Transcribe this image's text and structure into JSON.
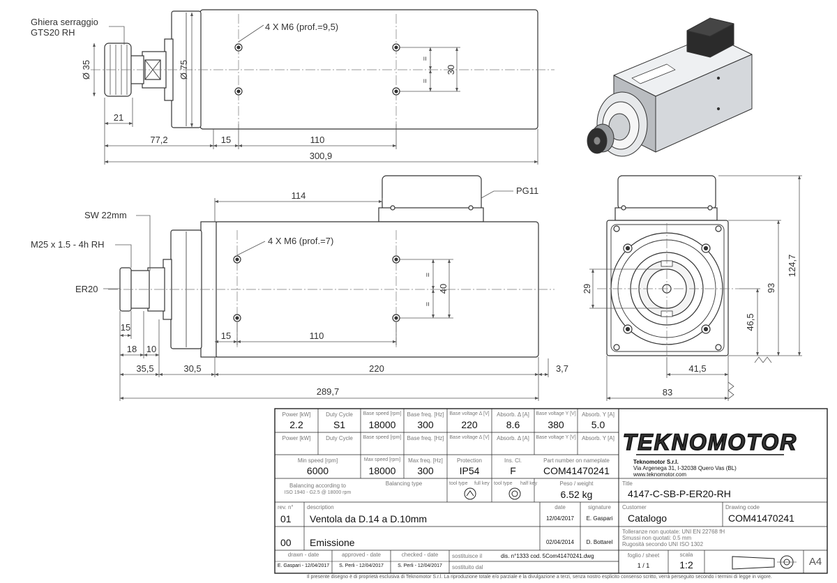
{
  "drawing": {
    "top_view": {
      "clamping_ring": "Ghiera serraggio",
      "clamping_ring_type": "GTS20 RH",
      "holes": "4 X M6 (prof.=9,5)",
      "diameter_35": "Ø 35",
      "diameter_75": "Ø 75",
      "dim_30": "30",
      "dim_21": "21",
      "dim_77_2": "77,2",
      "dim_15": "15",
      "dim_110": "110",
      "dim_300_9": "300,9",
      "equal_sign": "="
    },
    "side_view": {
      "dim_114": "114",
      "pg11": "PG11",
      "sw": "SW 22mm",
      "thread": "M25 x 1.5 - 4h RH",
      "collet": "ER20",
      "holes": "4 X M6 (prof.=7)",
      "dim_40": "40",
      "dim_15a": "15",
      "dim_15b": "15",
      "dim_110": "110",
      "dim_18": "18",
      "dim_10": "10",
      "dim_35_5": "35,5",
      "dim_30_5": "30,5",
      "dim_220": "220",
      "dim_3_7": "3,7",
      "dim_289_7": "289,7",
      "equal_sign": "="
    },
    "end_view": {
      "dim_29": "29",
      "dim_93": "93",
      "dim_124_7": "124,7",
      "dim_46_5": "46,5",
      "dim_41_5": "41,5",
      "dim_83": "83"
    }
  },
  "title_block": {
    "h_power": "Power [kW]",
    "h_duty": "Duty Cycle",
    "h_speed": "Base speed [rpm]",
    "h_freq": "Base freq. [Hz]",
    "h_volt_d": "Base voltage Δ [V]",
    "h_abs_d": "Absorb. Δ [A]",
    "h_volt_y": "Base voltage Y [V]",
    "h_abs_y": "Absorb. Y [A]",
    "v_power": "2.2",
    "v_duty": "S1",
    "v_speed": "18000",
    "v_freq": "300",
    "v_volt_d": "220",
    "v_abs_d": "8.6",
    "v_volt_y": "380",
    "v_abs_y": "5.0",
    "h_min_speed": "Min speed [rpm]",
    "h_max_speed": "Max speed [rpm]",
    "h_max_freq": "Max freq. [Hz]",
    "h_protection": "Protection",
    "h_ins": "Ins. Cl.",
    "h_part": "Part number on nameplate",
    "v_min_speed": "6000",
    "v_max_speed": "18000",
    "v_max_freq": "300",
    "v_protection": "IP54",
    "v_ins": "F",
    "v_part": "COM41470241",
    "balancing_1": "Balancing according to",
    "balancing_2": "ISO 1940 - G2.5 @ 18000 rpm",
    "balancing_type": "Balancing type",
    "tool_type": "tool type",
    "full_key": "full key",
    "half_key": "half key",
    "weight_label": "Peso / weight",
    "weight_value": "6.52 kg",
    "logo": "TEKNOMOTOR",
    "company": "Teknomotor S.r.l.",
    "address": "Via Argenega 31, I-32038 Quero Vas (BL)",
    "website": "www.teknomotor.com",
    "title_label": "Title",
    "title_value": "4147-C-SB-P-ER20-RH",
    "h_rev": "rev. n°",
    "h_desc": "description",
    "h_date": "date",
    "h_sign": "signature",
    "rev1_no": "01",
    "rev1_desc": "Ventola da D.14 a D.10mm",
    "rev1_date": "12/04/2017",
    "rev1_sign": "E. Gaspari",
    "rev0_no": "00",
    "rev0_desc": "Emissione",
    "rev0_date": "02/04/2014",
    "rev0_sign": "D. Bottarel",
    "customer_label": "Customer",
    "customer_value": "Catalogo",
    "code_label": "Drawing code",
    "code_value": "COM41470241",
    "tol_1": "Tolleranze non quotate: UNI EN 22768 fH",
    "tol_2": "Smussi non quotati: 0.5 mm",
    "tol_3": "Rugosità secondo UNI ISO 1302",
    "drawn_label": "drawn - date",
    "approved_label": "approved - date",
    "checked_label": "checked - date",
    "drawn_value": "E. Gaspari - 12/04/2017",
    "approved_value": "S. Perli - 12/04/2017",
    "checked_value": "S. Perli - 12/04/2017",
    "replaces_label": "sostituisce il",
    "replaced_by_label": "sostituito dal",
    "replaces_value": "dis. n°1333 cod. 5Com41470241.dwg",
    "sheet_label": "foglio / sheet",
    "sheet_value": "1 / 1",
    "scale_label": "scala",
    "scale_value": "1:2",
    "format_value": "A4"
  },
  "footer": "Il presente disegno è di proprietà esclusiva di Teknomotor S.r.l. La riproduzione totale e/o parziale e la divulgazione a terzi, senza nostro esplicito consenso scritto, verrà perseguito secondo i termini di legge in vigore."
}
